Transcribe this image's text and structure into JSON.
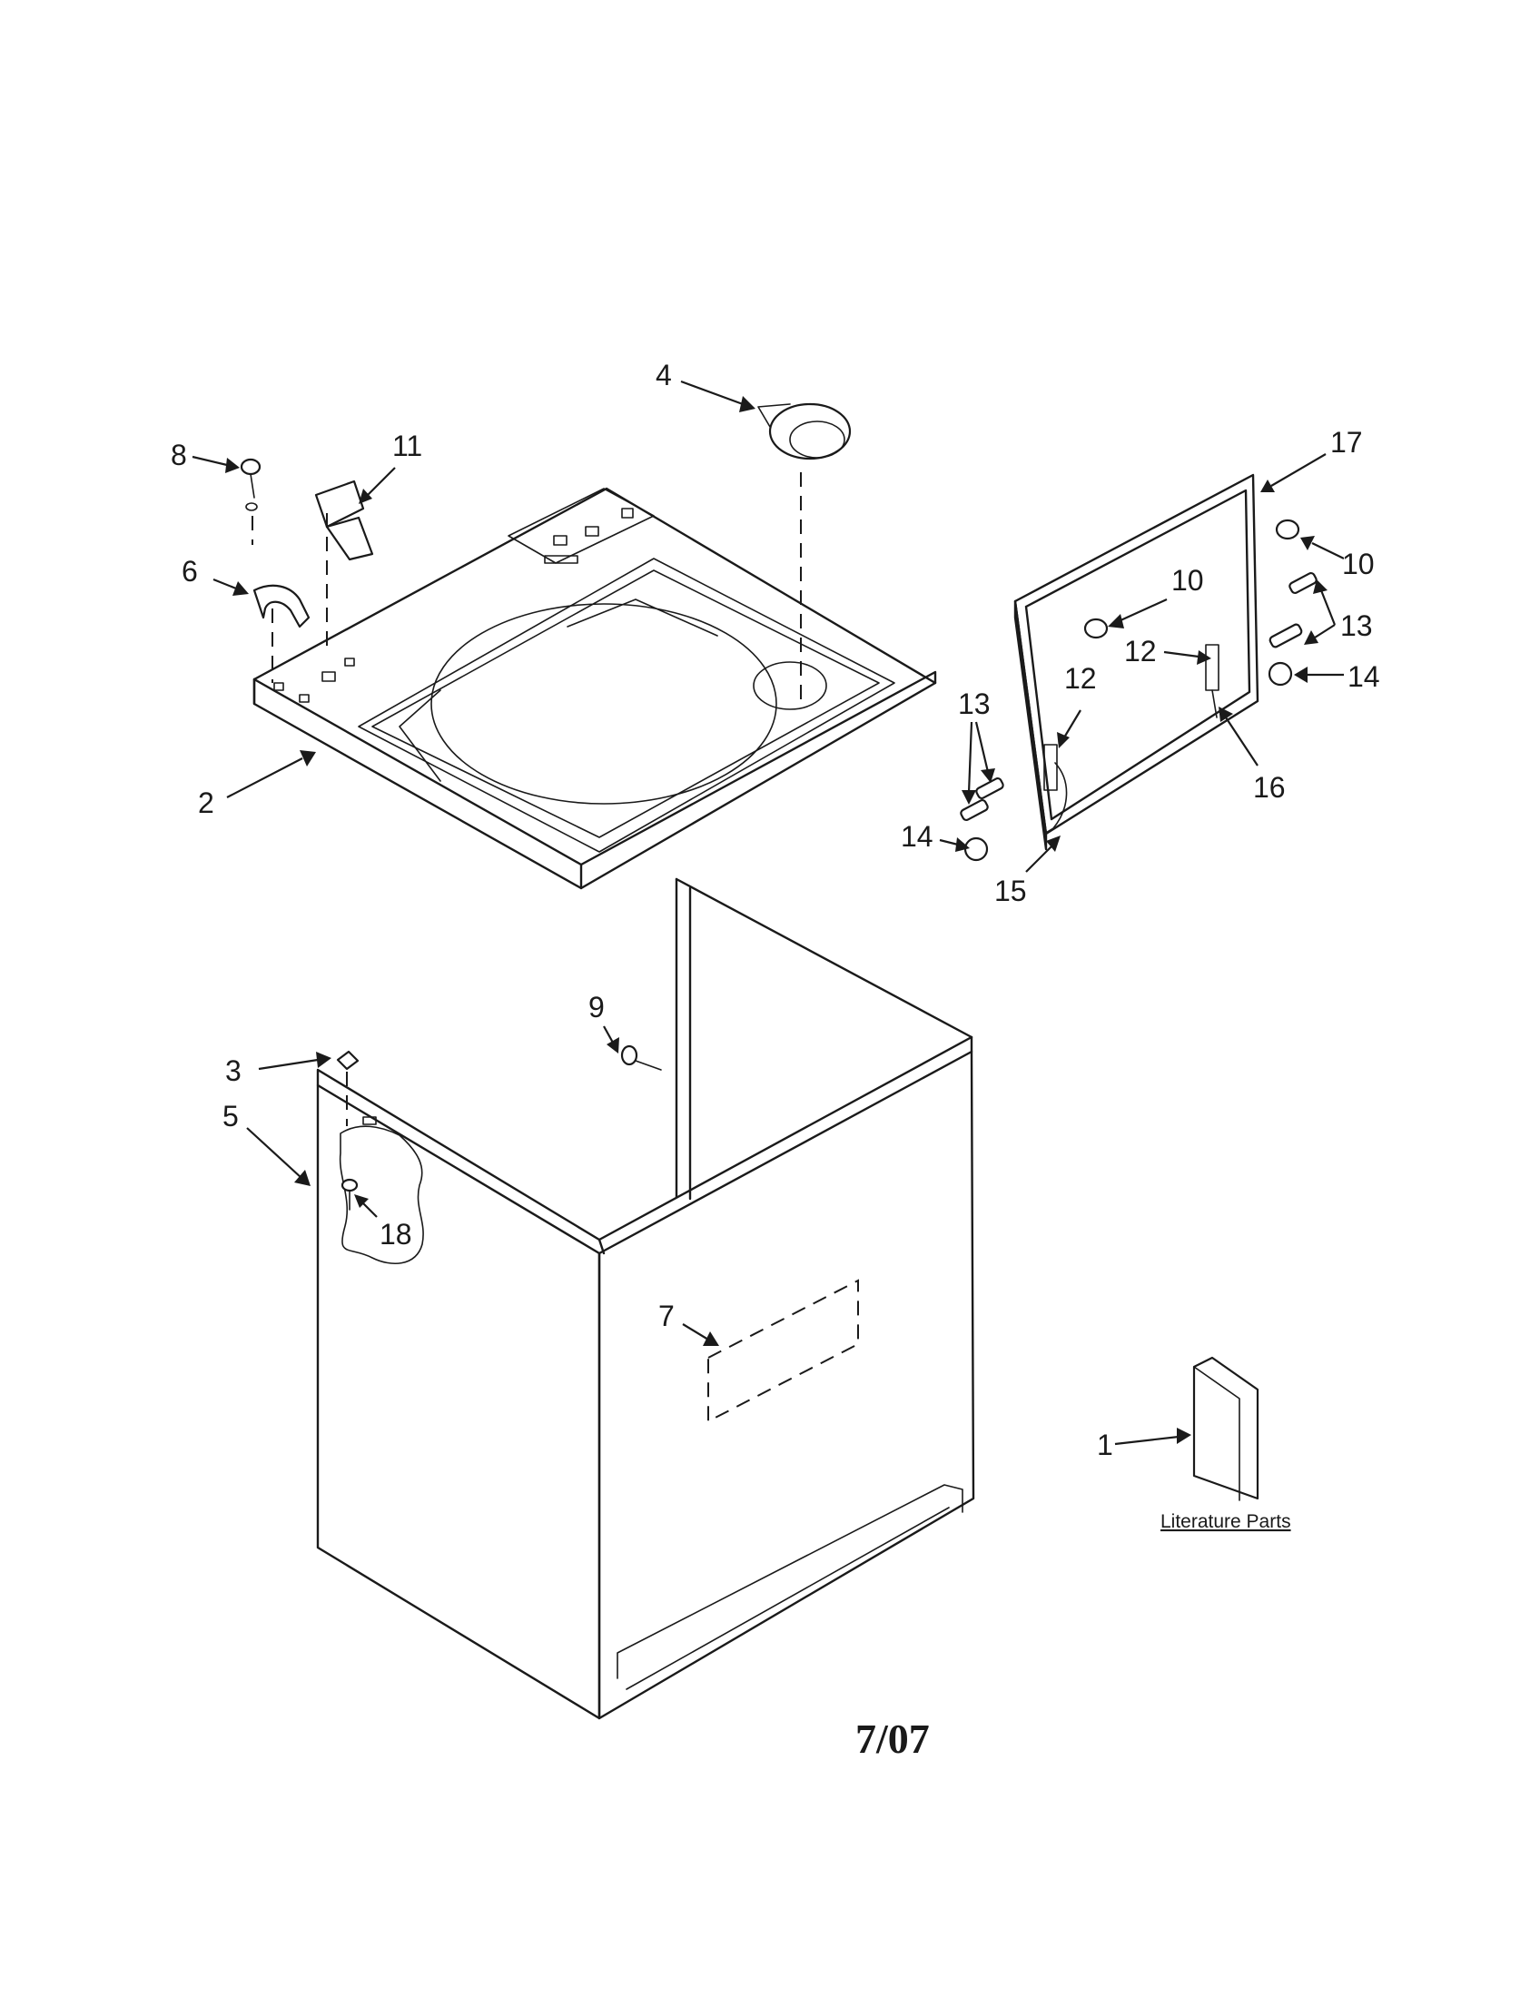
{
  "diagram": {
    "callouts": [
      "1",
      "2",
      "3",
      "4",
      "5",
      "6",
      "7",
      "8",
      "9",
      "10",
      "10",
      "11",
      "12",
      "12",
      "13",
      "13",
      "14",
      "14",
      "15",
      "16",
      "17",
      "18"
    ],
    "literature_label": "Literature Parts",
    "revision": "7/07"
  }
}
